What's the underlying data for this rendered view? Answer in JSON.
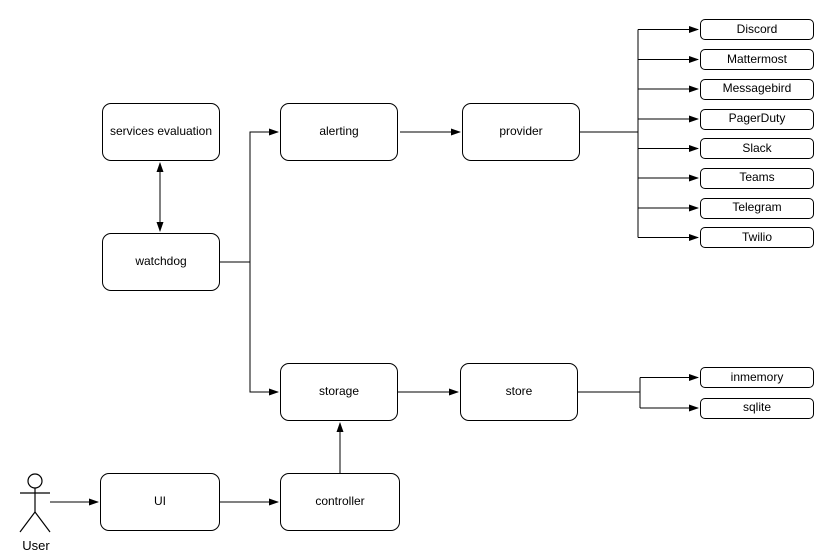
{
  "diagram": {
    "background_color": "#ffffff",
    "stroke_color": "#000000",
    "node_fill_color": "#ffffff",
    "text_color": "#000000",
    "nodes": {
      "services_evaluation": {
        "label": "services evaluation"
      },
      "watchdog": {
        "label": "watchdog"
      },
      "alerting": {
        "label": "alerting"
      },
      "provider": {
        "label": "provider"
      },
      "storage": {
        "label": "storage"
      },
      "store": {
        "label": "store"
      },
      "ui": {
        "label": "UI"
      },
      "controller": {
        "label": "controller"
      }
    },
    "providers": [
      "Discord",
      "Mattermost",
      "Messagebird",
      "PagerDuty",
      "Slack",
      "Teams",
      "Telegram",
      "Twilio"
    ],
    "stores": [
      "inmemory",
      "sqlite"
    ],
    "actor": {
      "label": "User"
    }
  }
}
